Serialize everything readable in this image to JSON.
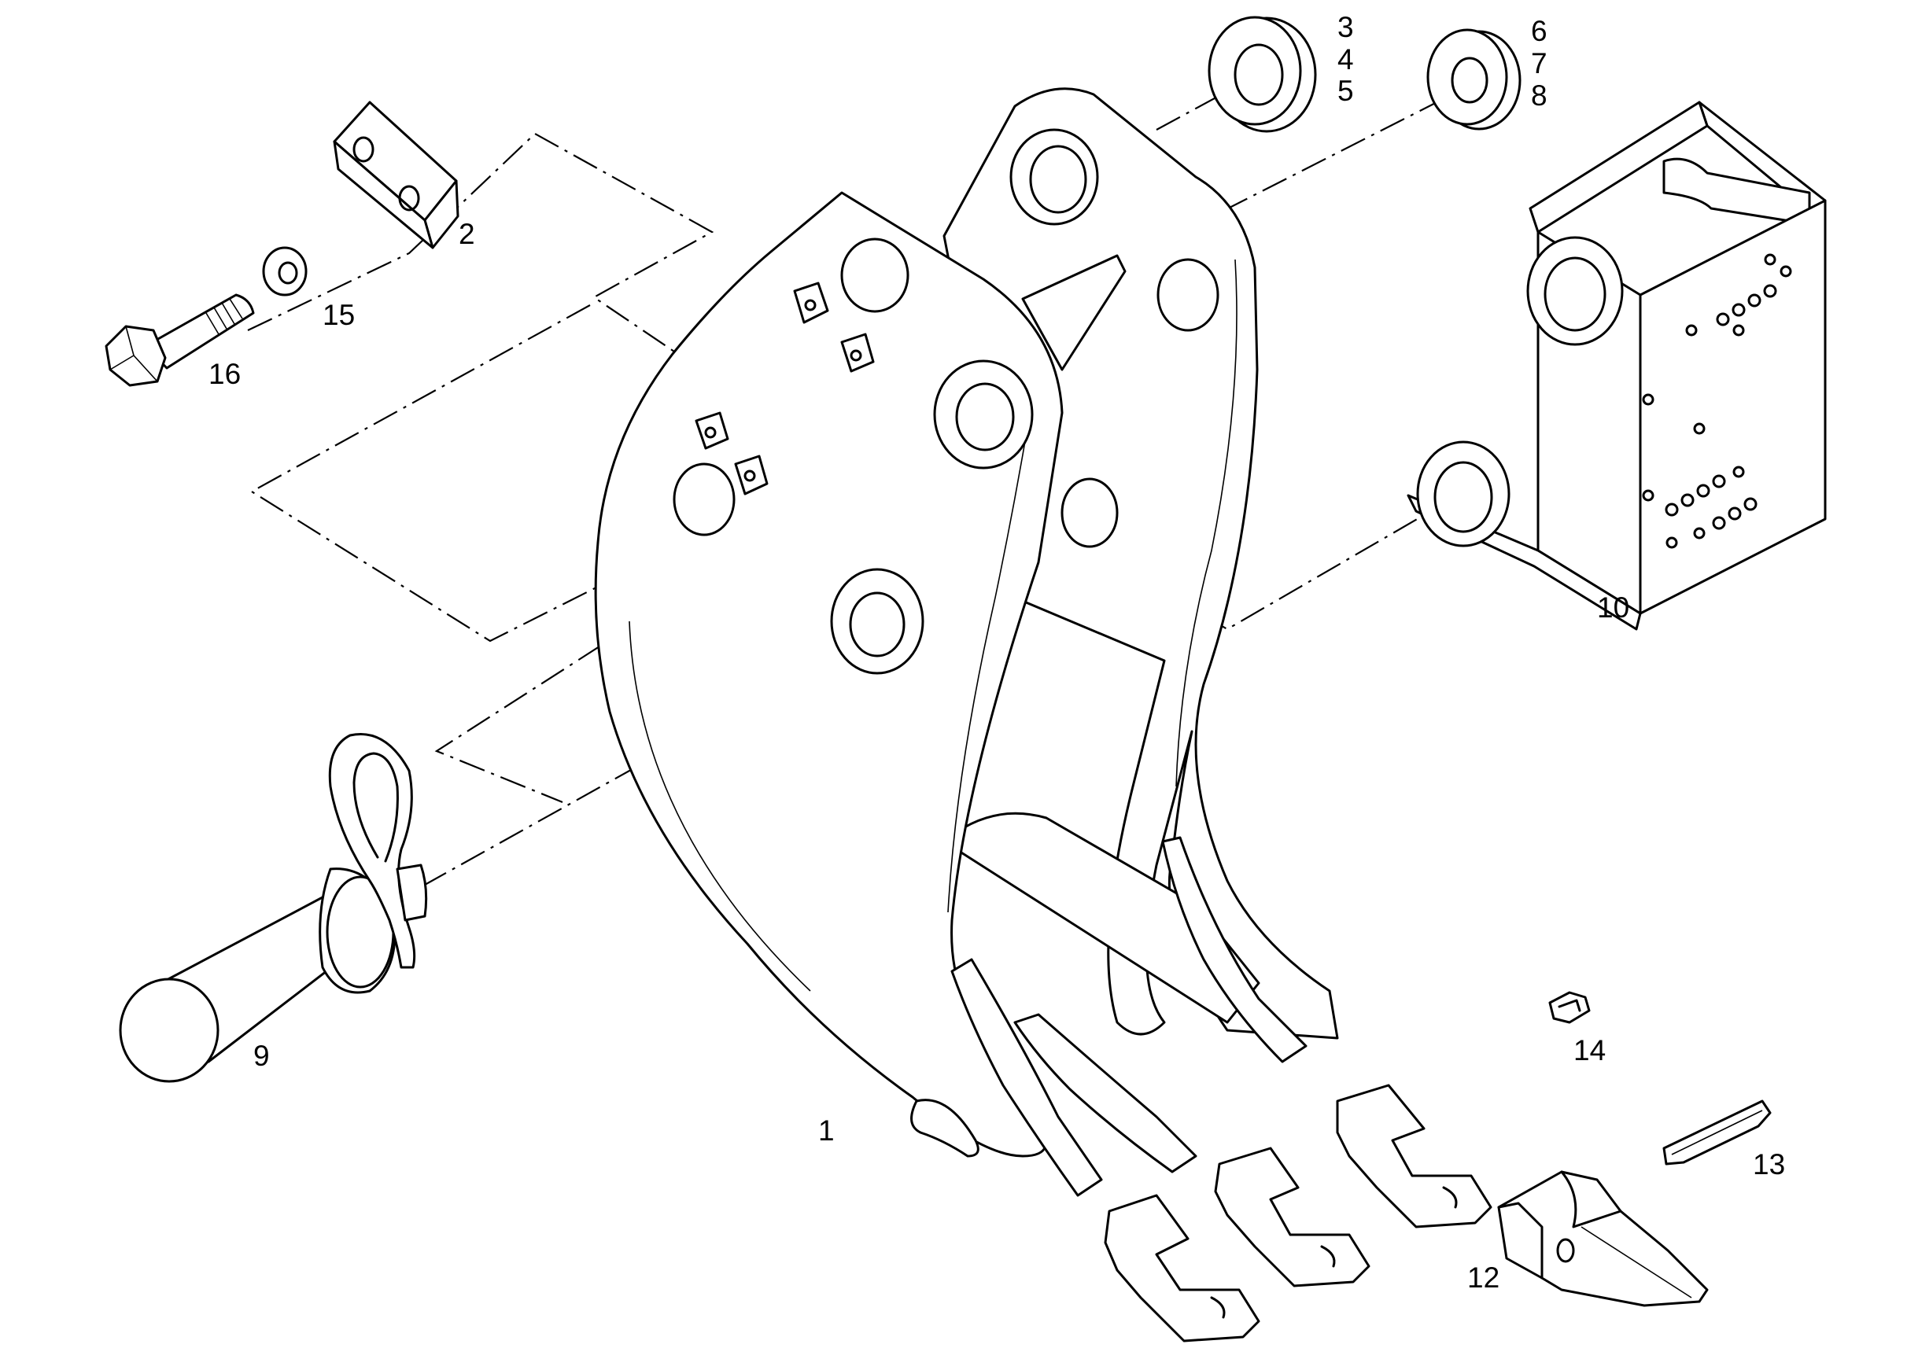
{
  "callouts": {
    "c1": "1",
    "c2": "2",
    "c3": "3",
    "c4": "4",
    "c5": "5",
    "c6": "6",
    "c7": "7",
    "c8": "8",
    "c9": "9",
    "c10": "10",
    "c12": "12",
    "c13": "13",
    "c14": "14",
    "c15": "15",
    "c16": "16"
  },
  "colors": {
    "line": "#000000",
    "background": "#ffffff"
  }
}
